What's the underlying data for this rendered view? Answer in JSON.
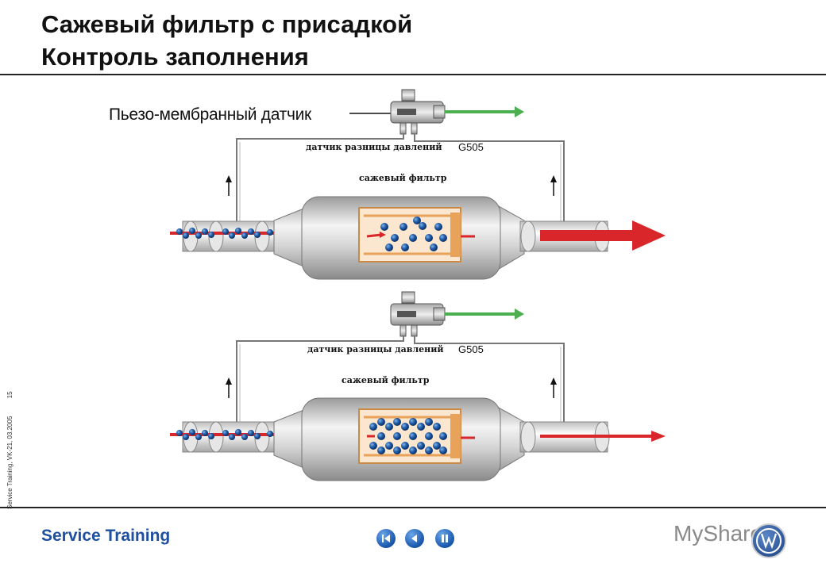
{
  "title": {
    "line1": "Сажевый фильтр с присадкой",
    "line2": "Контроль заполнения"
  },
  "diagram": {
    "piezo_label": "Пьезо-мембранный датчик",
    "top": {
      "sensor_label": "датчик разницы давлений",
      "sensor_code": "G505",
      "filter_label": "сажевый фильтр",
      "fill_state": "low"
    },
    "bottom": {
      "sensor_label": "датчик разницы давлений",
      "sensor_code": "G505",
      "filter_label": "сажевый фильтр",
      "fill_state": "high"
    }
  },
  "side_text": {
    "course": "Service Training, VK-21, 03.2005",
    "page": "15"
  },
  "footer": {
    "brand": "Service Training",
    "watermark": "MyShared"
  },
  "nav": {
    "icons": [
      "first-page-icon",
      "prev-page-icon",
      "pause-icon"
    ]
  },
  "colors": {
    "brand_blue": "#1f4fa0",
    "exhaust_red": "#d8262a",
    "signal_green": "#4caf50",
    "filter_orange": "#e8a25a"
  }
}
